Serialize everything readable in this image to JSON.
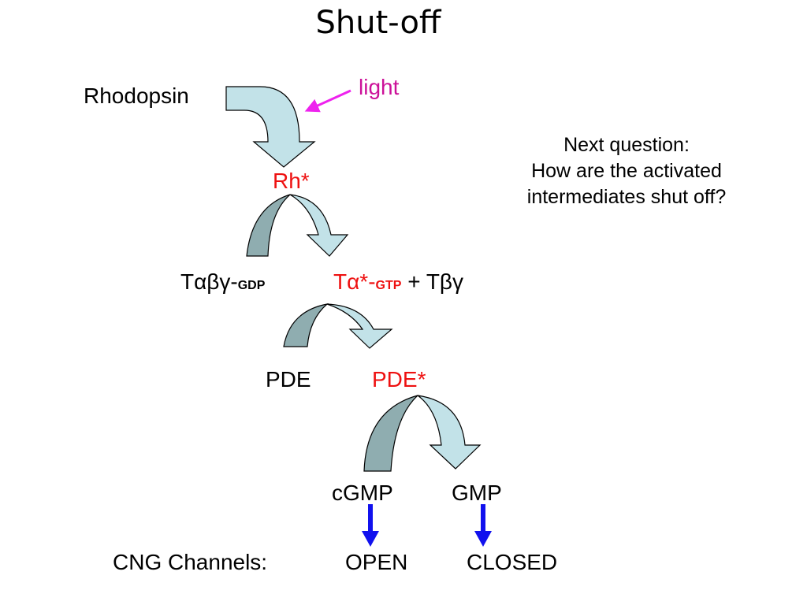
{
  "slide": {
    "title": "Shut-off",
    "light_label": "light",
    "rhodopsin": "Rhodopsin",
    "rh_star": "Rh*",
    "t_inactive": {
      "base": "Tαβγ-",
      "sub": "GDP"
    },
    "t_active": {
      "base": "Tα*-",
      "sub": "GTP"
    },
    "plus": "+",
    "t_betagamma": "Tβγ",
    "pde": "PDE",
    "pde_star": "PDE*",
    "cgmp": "cGMP",
    "gmp": "GMP",
    "cng_label": "CNG Channels:",
    "open": "OPEN",
    "closed": "CLOSED",
    "note": {
      "line1": "Next question:",
      "line2": "How are the activated",
      "line3": "intermediates shut off?"
    }
  },
  "colors": {
    "arrow_fill_light": "#c2e2e8",
    "arrow_fill_dark": "#8fadb0",
    "active_red": "#ee1111",
    "light_magenta": "#cc1199",
    "light_arrow": "#ee22ee",
    "channel_arrow": "#1111ee"
  }
}
